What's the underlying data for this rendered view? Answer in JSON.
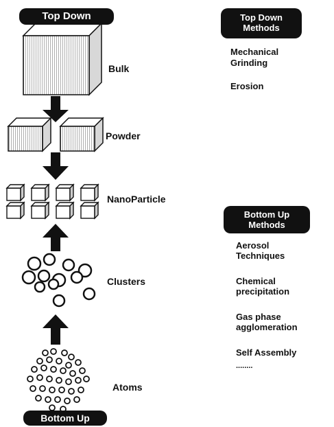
{
  "header": {
    "top_down": "Top Down",
    "bottom_up": "Bottom Up"
  },
  "stages": {
    "bulk": "Bulk",
    "powder": "Powder",
    "nanoparticle": "NanoParticle",
    "clusters": "Clusters",
    "atoms": "Atoms"
  },
  "top_down_methods": {
    "title_line1": "Top Down",
    "title_line2": "Methods",
    "items": [
      "Mechanical",
      "Grinding",
      "Erosion"
    ]
  },
  "bottom_up_methods": {
    "title_line1": "Bottom Up",
    "title_line2": "Methods",
    "items": [
      [
        "Aerosol",
        "Techniques"
      ],
      [
        "Chemical",
        "precipitation"
      ],
      [
        "Gas phase",
        "agglomeration"
      ],
      [
        "Self Assembly"
      ]
    ],
    "ellipsis": "........"
  }
}
